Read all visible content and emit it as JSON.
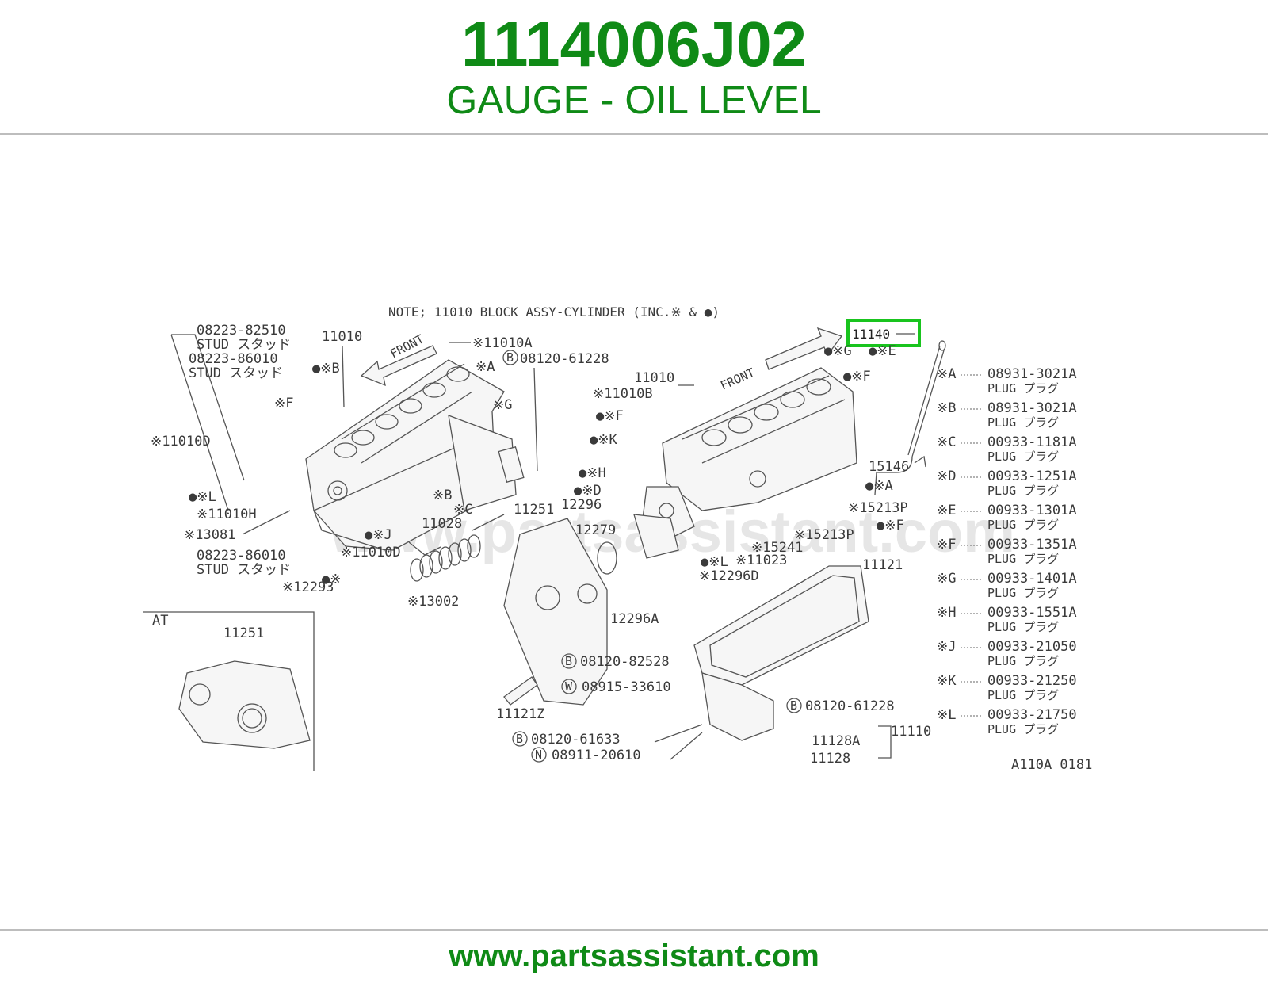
{
  "header": {
    "part_number": "1114006J02",
    "part_name": "GAUGE - OIL LEVEL"
  },
  "footer": {
    "url": "www.partsassistant.com"
  },
  "colors": {
    "brand_green": "#0f8a16",
    "highlight_border": "#19c41e",
    "rule_gray": "#bdbdbd"
  },
  "diagram": {
    "note": "NOTE; 11010 BLOCK ASSY-CYLINDER (INC.※ & ●)",
    "watermark": "www.partsassistant.com",
    "highlighted_part": "11140",
    "drawing_code": "A110A 0181",
    "at_label": "AT",
    "front_label": "FRONT",
    "labels": {
      "stud1_no": "08223-82510",
      "stud1_txt": "STUD スタッド",
      "stud2_no": "08223-86010",
      "stud2_txt": "STUD スタッド",
      "stud3_no": "08223-86010",
      "stud3_txt": "STUD スタッド",
      "block_l": "11010",
      "block_r": "11010",
      "p11010a": "※11010A",
      "p11010b": "※11010B",
      "p11010d1": "※11010D",
      "p11010d2": "※11010D",
      "p11010h": "※11010H",
      "p13081": "※13081",
      "p12293": "※12293",
      "p13002": "※13002",
      "p11028": "11028",
      "p11251a": "11251",
      "p11251b": "11251",
      "p12296": "12296",
      "p12279": "12279",
      "p12296a": "12296A",
      "p12296d": "※12296D",
      "p11023": "※11023",
      "p15241": "※15241",
      "p15213p1": "※15213P",
      "p15213p2": "※15213P",
      "p15146": "15146",
      "p11121": "11121",
      "p11121z": "11121Z",
      "p11110": "11110",
      "p11128a": "11128A",
      "p11128": "11128",
      "b_08120_61228a": "08120-61228",
      "b_08120_61228b": "08120-61228",
      "b_08120_82528": "08120-82528",
      "w_08915_33610": "08915-33610",
      "b_08120_61633": "08120-61633",
      "n_08911_20610": "08911-20610",
      "m_b_l": "●※B",
      "m_a_l": "※A",
      "m_f_l": "※F",
      "m_g_l": "※G",
      "m_l_l": "●※L",
      "m_b2_l": "※B",
      "m_c_l": "※C",
      "m_j_l": "●※J",
      "m_x_l": "●※",
      "m_f_m": "●※F",
      "m_k_m": "●※K",
      "m_h_m": "●※H",
      "m_d_m": "●※D",
      "m_l_m": "●※L",
      "m_g_r": "●※G",
      "m_e_r": "●※E",
      "m_f_r": "●※F",
      "m_a_r": "●※A",
      "m_f_r2": "●※F",
      "circle_b": "B",
      "circle_w": "W",
      "circle_n": "N"
    },
    "plugs": [
      {
        "key": "※A",
        "part": "08931-3021A",
        "desc": "PLUG プラグ"
      },
      {
        "key": "※B",
        "part": "08931-3021A",
        "desc": "PLUG プラグ"
      },
      {
        "key": "※C",
        "part": "00933-1181A",
        "desc": "PLUG プラグ"
      },
      {
        "key": "※D",
        "part": "00933-1251A",
        "desc": "PLUG プラグ"
      },
      {
        "key": "※E",
        "part": "00933-1301A",
        "desc": "PLUG プラグ"
      },
      {
        "key": "※F",
        "part": "00933-1351A",
        "desc": "PLUG プラグ"
      },
      {
        "key": "※G",
        "part": "00933-1401A",
        "desc": "PLUG プラグ"
      },
      {
        "key": "※H",
        "part": "00933-1551A",
        "desc": "PLUG プラグ"
      },
      {
        "key": "※J",
        "part": "00933-21050",
        "desc": "PLUG プラグ"
      },
      {
        "key": "※K",
        "part": "00933-21250",
        "desc": "PLUG プラグ"
      },
      {
        "key": "※L",
        "part": "00933-21750",
        "desc": "PLUG プラグ"
      }
    ]
  }
}
